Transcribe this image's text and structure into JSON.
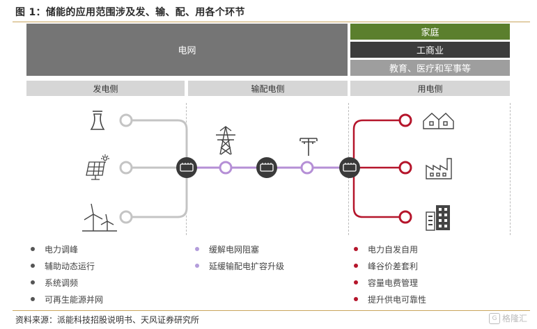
{
  "title": "图 1：储能的应用范围涉及发、输、配、用各个环节",
  "top_boxes": {
    "grid": "电网",
    "household": "家庭",
    "industrial": "工商业",
    "public": "教育、医疗和军事等"
  },
  "columns": {
    "generation": "发电侧",
    "transmission": "输配电侧",
    "consumption": "用电侧"
  },
  "lists": {
    "generation": [
      "电力调峰",
      "辅助动态运行",
      "系统调频",
      "可再生能源并网"
    ],
    "transmission": [
      "缓解电网阻塞",
      "延缓输配电扩容升级"
    ],
    "consumption": [
      "电力自发自用",
      "峰谷价差套利",
      "容量电费管理",
      "提升供电可靠性"
    ]
  },
  "source": "资料来源：派能科技招股说明书、天风证券研究所",
  "watermark": "格隆汇",
  "watermark_badge": "G",
  "colors": {
    "generation": "#555555",
    "transmission": "#b39ddb",
    "consumption": "#b5152b",
    "line_gray": "#c4c4c4",
    "line_purple": "#b58fd6",
    "line_red": "#b5152b",
    "node": "#3a3a3a"
  },
  "icons": {
    "gen_top": "power-plant-icon",
    "gen_mid": "solar-panel-icon",
    "gen_bot": "wind-turbine-icon",
    "trans_1": "transmission-tower-icon",
    "trans_2": "utility-pole-icon",
    "cons_top": "house-icon",
    "cons_mid": "factory-icon",
    "cons_bot": "building-icon",
    "node": "battery-icon"
  }
}
